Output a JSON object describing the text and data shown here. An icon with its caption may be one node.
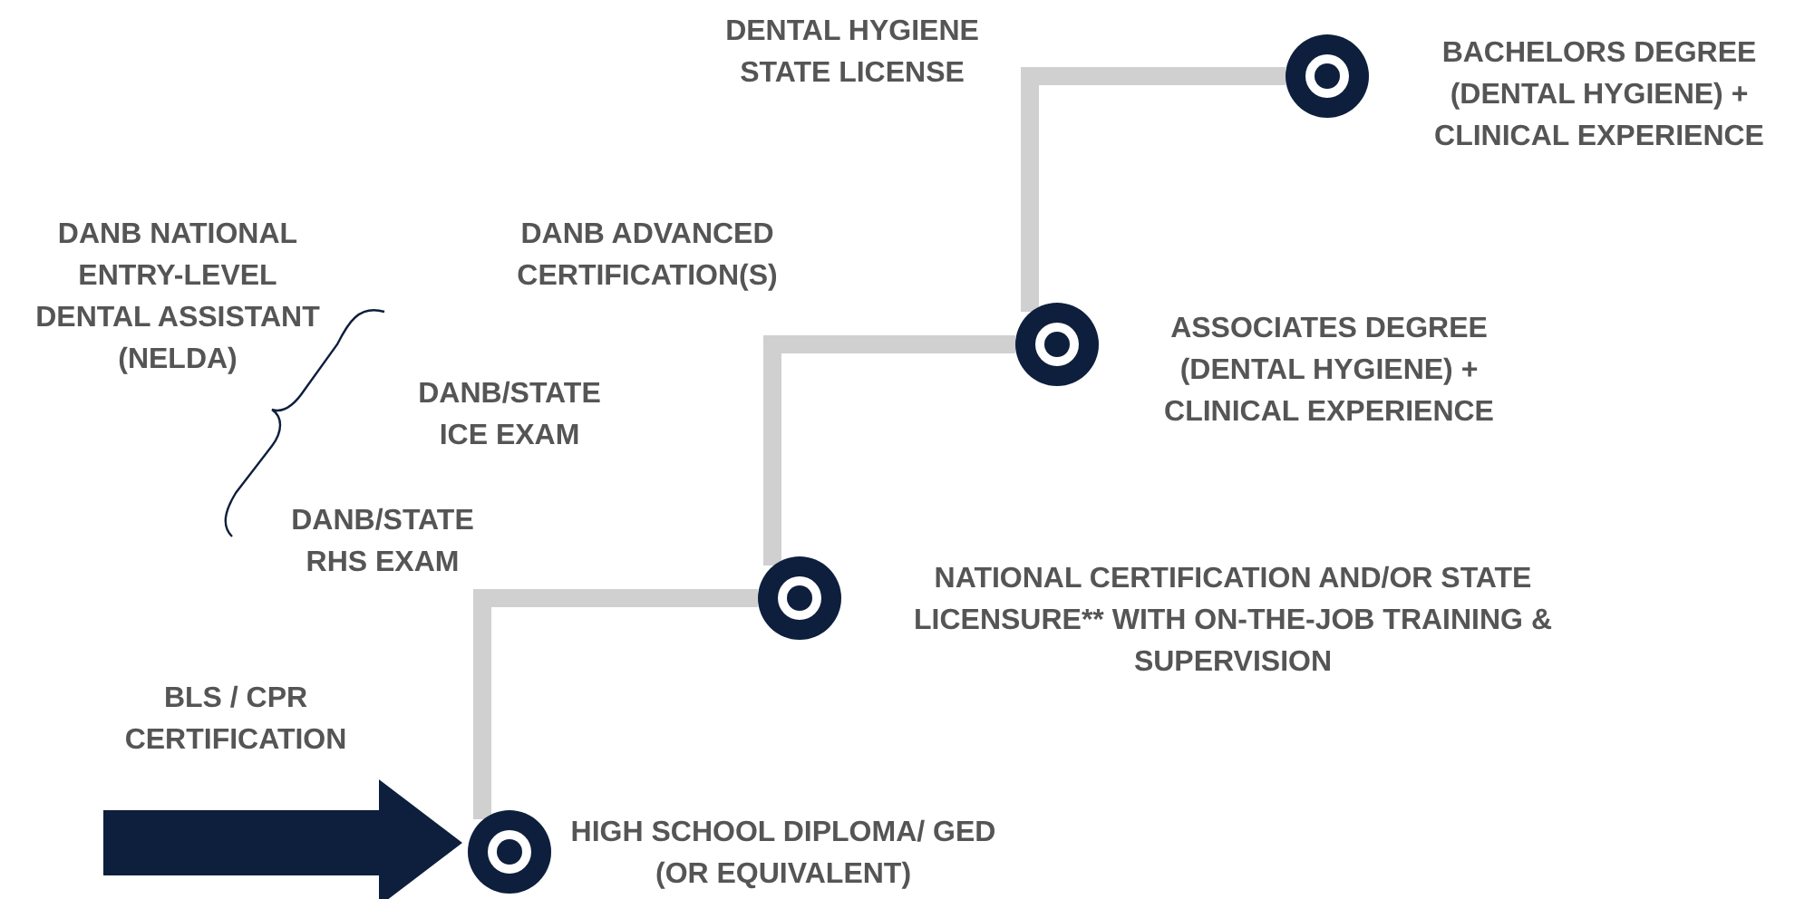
{
  "diagram": {
    "nodes": [
      {
        "text": [],
        "shape": "circle",
        "beside": [
          "HIGH SCHOOL DIPLOMA/ GED (OR EQUIVALENT)"
        ]
      },
      {
        "text": [],
        "shape": "circle",
        "beside": [
          "NATIONAL CERTIFICATION AND/OR STATE LICENSURE** WITH ON-THE-JOB TRAINING & SUPERVISION"
        ]
      },
      {
        "text": [],
        "shape": "circle",
        "beside": [
          "ASSOCIATES DEGREE (DENTAL HYGIENE) + CLINICAL EXPERIENCE"
        ]
      },
      {
        "text": [],
        "shape": "circle",
        "beside": [
          "BACHELORS DEGREE (DENTAL HYGIENE) + CLINICAL EXPERIENCE"
        ]
      }
    ],
    "edges": [
      {
        "from": null,
        "to": 0,
        "arrow": "to",
        "style": "thick",
        "color": "#0d1f3c",
        "label": "BLS / CPR CERTIFICATION"
      },
      {
        "from": 0,
        "to": 1,
        "arrow": "none"
      },
      {
        "from": 1,
        "to": 2,
        "arrow": "none",
        "label": "DANB ADVANCED CERTIFICATION(S)"
      },
      {
        "from": 2,
        "to": 3,
        "arrow": "none",
        "label": "DENTAL HYGIENE STATE LICENSE"
      }
    ],
    "labels": [
      "DANB NATIONAL ENTRY-LEVEL DENTAL ASSISTANT (NELDA)",
      "DANB/STATE ICE EXAM",
      "DANB/STATE RHS EXAM"
    ]
  }
}
